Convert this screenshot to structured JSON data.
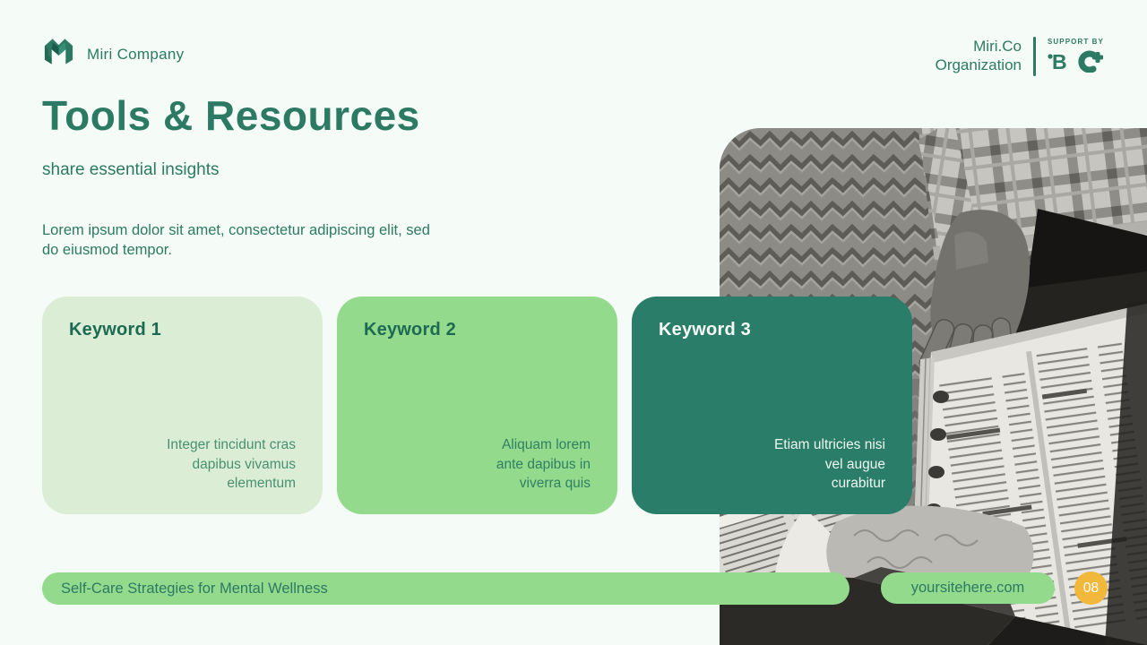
{
  "theme": {
    "background": "#f5fbf7",
    "accent": "#2c7a63",
    "accent_dark": "#1d6a53",
    "card_light_green": "#dcedd5",
    "card_mid_green": "#94da8c",
    "card_dark_teal": "#2a7d68",
    "footer_pill_green": "#94da8c",
    "page_badge_orange": "#f2b83c"
  },
  "header": {
    "company_name": "Miri Company",
    "org_name_line1": "Miri.Co",
    "org_name_line2": "Organization",
    "support_label": "SUPPORT BY"
  },
  "content": {
    "title": "Tools & Resources",
    "subtitle": "share essential insights",
    "paragraph": "Lorem ipsum dolor sit amet, consectetur adipiscing elit, sed do eiusmod tempor."
  },
  "cards": [
    {
      "title": "Keyword 1",
      "body": "Integer tincidunt cras dapibus vivamus elementum"
    },
    {
      "title": "Keyword 2",
      "body": "Aliquam lorem ante dapibus in viverra quis"
    },
    {
      "title": "Keyword 3",
      "body": "Etiam ultricies nisi vel augue curabitur"
    }
  ],
  "footer": {
    "topic": "Self-Care Strategies for Mental Wellness",
    "site": "yoursitehere.com",
    "page_number": "08"
  }
}
